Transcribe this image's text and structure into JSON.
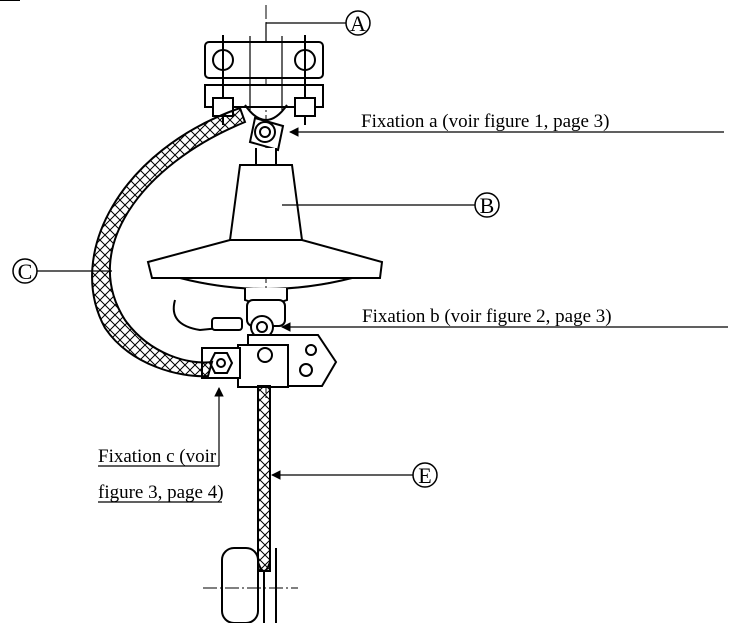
{
  "labels": {
    "fixation_a": "Fixation a (voir figure 1, page 3)",
    "fixation_b": "Fixation b (voir figure 2, page 3)",
    "fixation_c_line1": "Fixation c (voir",
    "fixation_c_line2": "figure 3, page 4)"
  },
  "callouts": {
    "a": "A",
    "b": "B",
    "c": "C",
    "e": "E"
  }
}
